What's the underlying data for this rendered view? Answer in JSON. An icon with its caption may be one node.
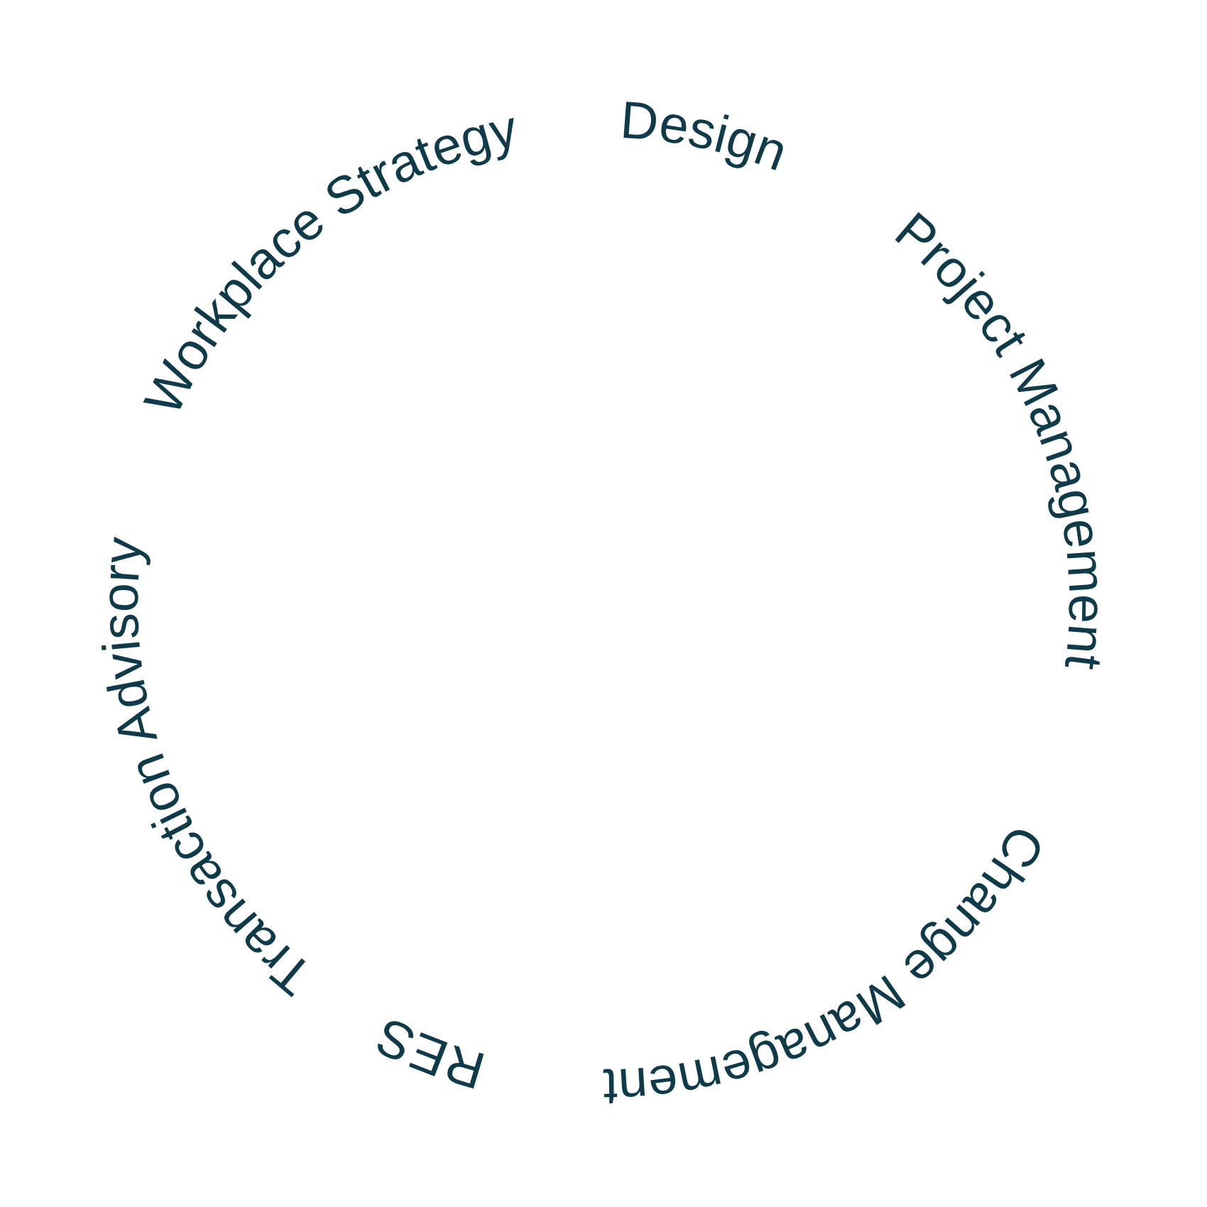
{
  "diagram": {
    "labels": [
      "Workplace Strategy",
      "Design",
      "Project Management",
      "Change Management",
      "RES",
      "Transaction Advisory"
    ]
  }
}
